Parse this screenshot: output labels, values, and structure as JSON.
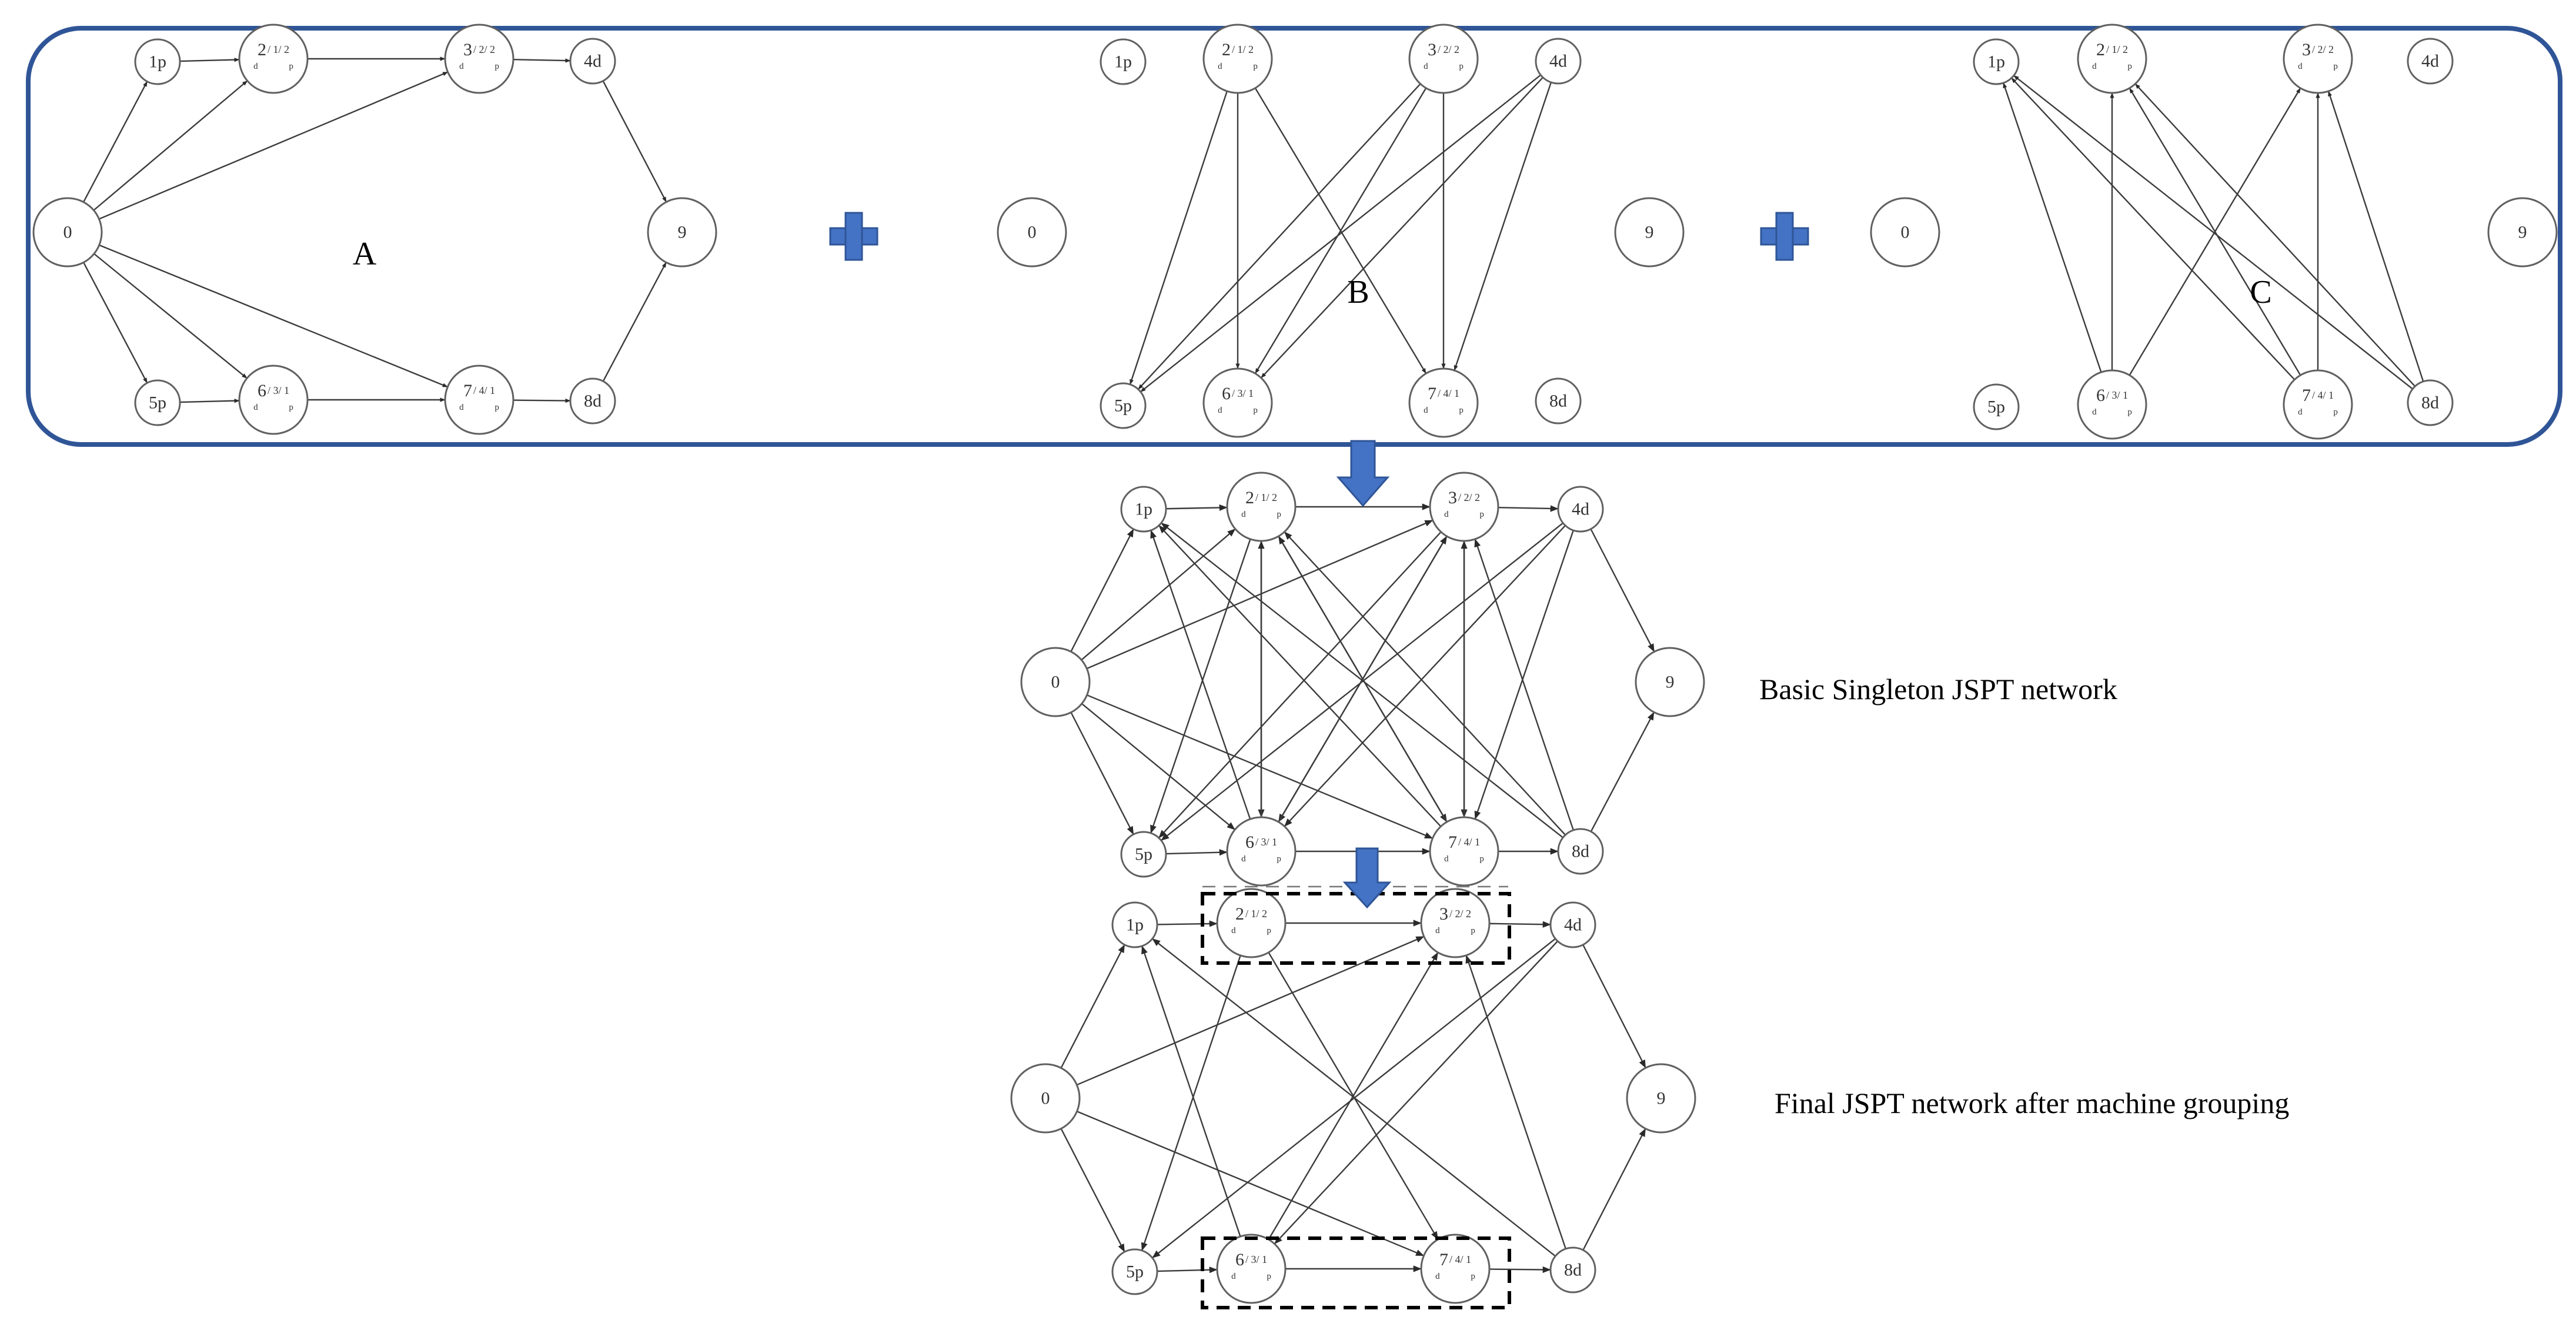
{
  "nodes": [
    {
      "id": "0",
      "label": "0"
    },
    {
      "id": "1p",
      "label": "1p"
    },
    {
      "id": "2",
      "label": "2",
      "sub": "/ 1/ 2",
      "d": "d",
      "p": "p"
    },
    {
      "id": "3",
      "label": "3",
      "sub": "/ 2/ 2",
      "d": "d",
      "p": "p"
    },
    {
      "id": "4d",
      "label": "4d"
    },
    {
      "id": "5p",
      "label": "5p"
    },
    {
      "id": "6",
      "label": "6",
      "sub": "/ 3/ 1",
      "d": "d",
      "p": "p"
    },
    {
      "id": "7",
      "label": "7",
      "sub": "/ 4/ 1",
      "d": "d",
      "p": "p"
    },
    {
      "id": "8d",
      "label": "8d"
    },
    {
      "id": "9",
      "label": "9"
    }
  ],
  "edge_sets": {
    "A": [
      [
        "0",
        "1p"
      ],
      [
        "0",
        "2"
      ],
      [
        "0",
        "3"
      ],
      [
        "0",
        "5p"
      ],
      [
        "0",
        "6"
      ],
      [
        "0",
        "7"
      ],
      [
        "1p",
        "2"
      ],
      [
        "2",
        "3"
      ],
      [
        "3",
        "4d"
      ],
      [
        "4d",
        "9"
      ],
      [
        "5p",
        "6"
      ],
      [
        "6",
        "7"
      ],
      [
        "7",
        "8d"
      ],
      [
        "8d",
        "9"
      ]
    ],
    "B": [
      [
        "2",
        "5p"
      ],
      [
        "2",
        "6"
      ],
      [
        "2",
        "7"
      ],
      [
        "3",
        "5p"
      ],
      [
        "3",
        "6"
      ],
      [
        "3",
        "7"
      ],
      [
        "4d",
        "5p"
      ],
      [
        "4d",
        "6"
      ],
      [
        "4d",
        "7"
      ]
    ],
    "C": [
      [
        "6",
        "1p"
      ],
      [
        "6",
        "2"
      ],
      [
        "6",
        "3"
      ],
      [
        "7",
        "1p"
      ],
      [
        "7",
        "2"
      ],
      [
        "7",
        "3"
      ],
      [
        "8d",
        "1p"
      ],
      [
        "8d",
        "2"
      ],
      [
        "8d",
        "3"
      ]
    ],
    "final": [
      [
        "0",
        "1p"
      ],
      [
        "0",
        "3"
      ],
      [
        "0",
        "5p"
      ],
      [
        "0",
        "7"
      ],
      [
        "1p",
        "2"
      ],
      [
        "2",
        "3"
      ],
      [
        "3",
        "4d"
      ],
      [
        "4d",
        "9"
      ],
      [
        "5p",
        "6"
      ],
      [
        "6",
        "7"
      ],
      [
        "7",
        "8d"
      ],
      [
        "8d",
        "9"
      ],
      [
        "2",
        "5p"
      ],
      [
        "2",
        "7"
      ],
      [
        "4d",
        "5p"
      ],
      [
        "4d",
        "6"
      ],
      [
        "6",
        "1p"
      ],
      [
        "6",
        "3"
      ],
      [
        "8d",
        "1p"
      ],
      [
        "8d",
        "3"
      ]
    ]
  },
  "titles": {
    "a": "A",
    "b": "B",
    "c": "C"
  },
  "captions": {
    "basic": "Basic Singleton JSPT network",
    "final": "Final JSPT network after machine grouping"
  },
  "colors": {
    "frame": "#2f5597",
    "plus": "#4472c4",
    "arrow": "#4472c4",
    "node_stroke": "#606060"
  },
  "icons": {
    "plus": "plus-icon",
    "down_arrow": "down-arrow-icon"
  }
}
